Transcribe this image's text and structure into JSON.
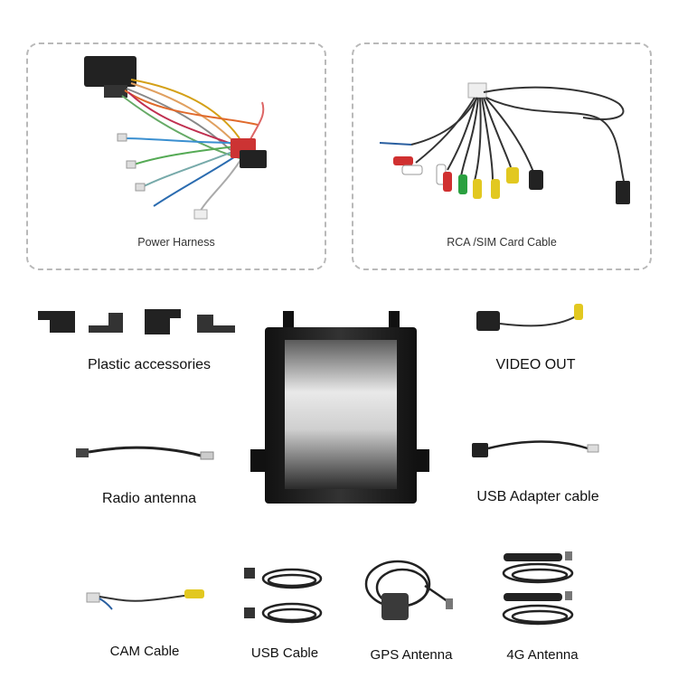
{
  "top_panels": {
    "power_harness": "Power Harness",
    "rca_sim": "RCA /SIM Card Cable"
  },
  "accessories": {
    "plastic": "Plastic accessories",
    "video_out": "VIDEO OUT",
    "radio_antenna": "Radio antenna",
    "usb_adapter": "USB Adapter cable",
    "cam_cable": "CAM Cable",
    "usb_cable": "USB Cable",
    "gps_antenna": "GPS Antenna",
    "antenna_4g": "4G Antenna"
  }
}
